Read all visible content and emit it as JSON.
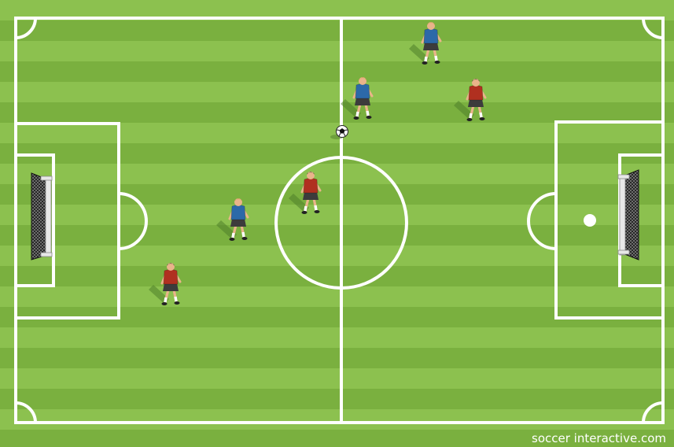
{
  "scene": {
    "type": "soccer pitch drill diagram",
    "colors": {
      "grass_light": "#8cc14f",
      "grass_dark": "#7ab03f",
      "lines": "#ffffff",
      "red_team": "#b03020",
      "blue_team": "#2c69a8",
      "shorts": "#3c3c3c",
      "skin": "#e9b48a"
    },
    "ball": {
      "icon": "soccer-ball-icon"
    },
    "penalty_spot_right": {
      "icon": "penalty-spot-icon"
    },
    "goals": [
      "left-goal",
      "right-goal"
    ],
    "players": [
      {
        "id": "blue-1",
        "team": "blue",
        "hair": "#c9913d"
      },
      {
        "id": "blue-2",
        "team": "blue",
        "hair": "#c9913d"
      },
      {
        "id": "blue-3",
        "team": "blue",
        "hair": "#c9913d"
      },
      {
        "id": "red-1",
        "team": "red",
        "hair": "#1a1a1a"
      },
      {
        "id": "red-2",
        "team": "red",
        "hair": "#1a1a1a"
      },
      {
        "id": "red-3",
        "team": "red",
        "hair": "#1a1a1a"
      }
    ]
  },
  "watermark": {
    "text": "soccer interactive.com"
  }
}
